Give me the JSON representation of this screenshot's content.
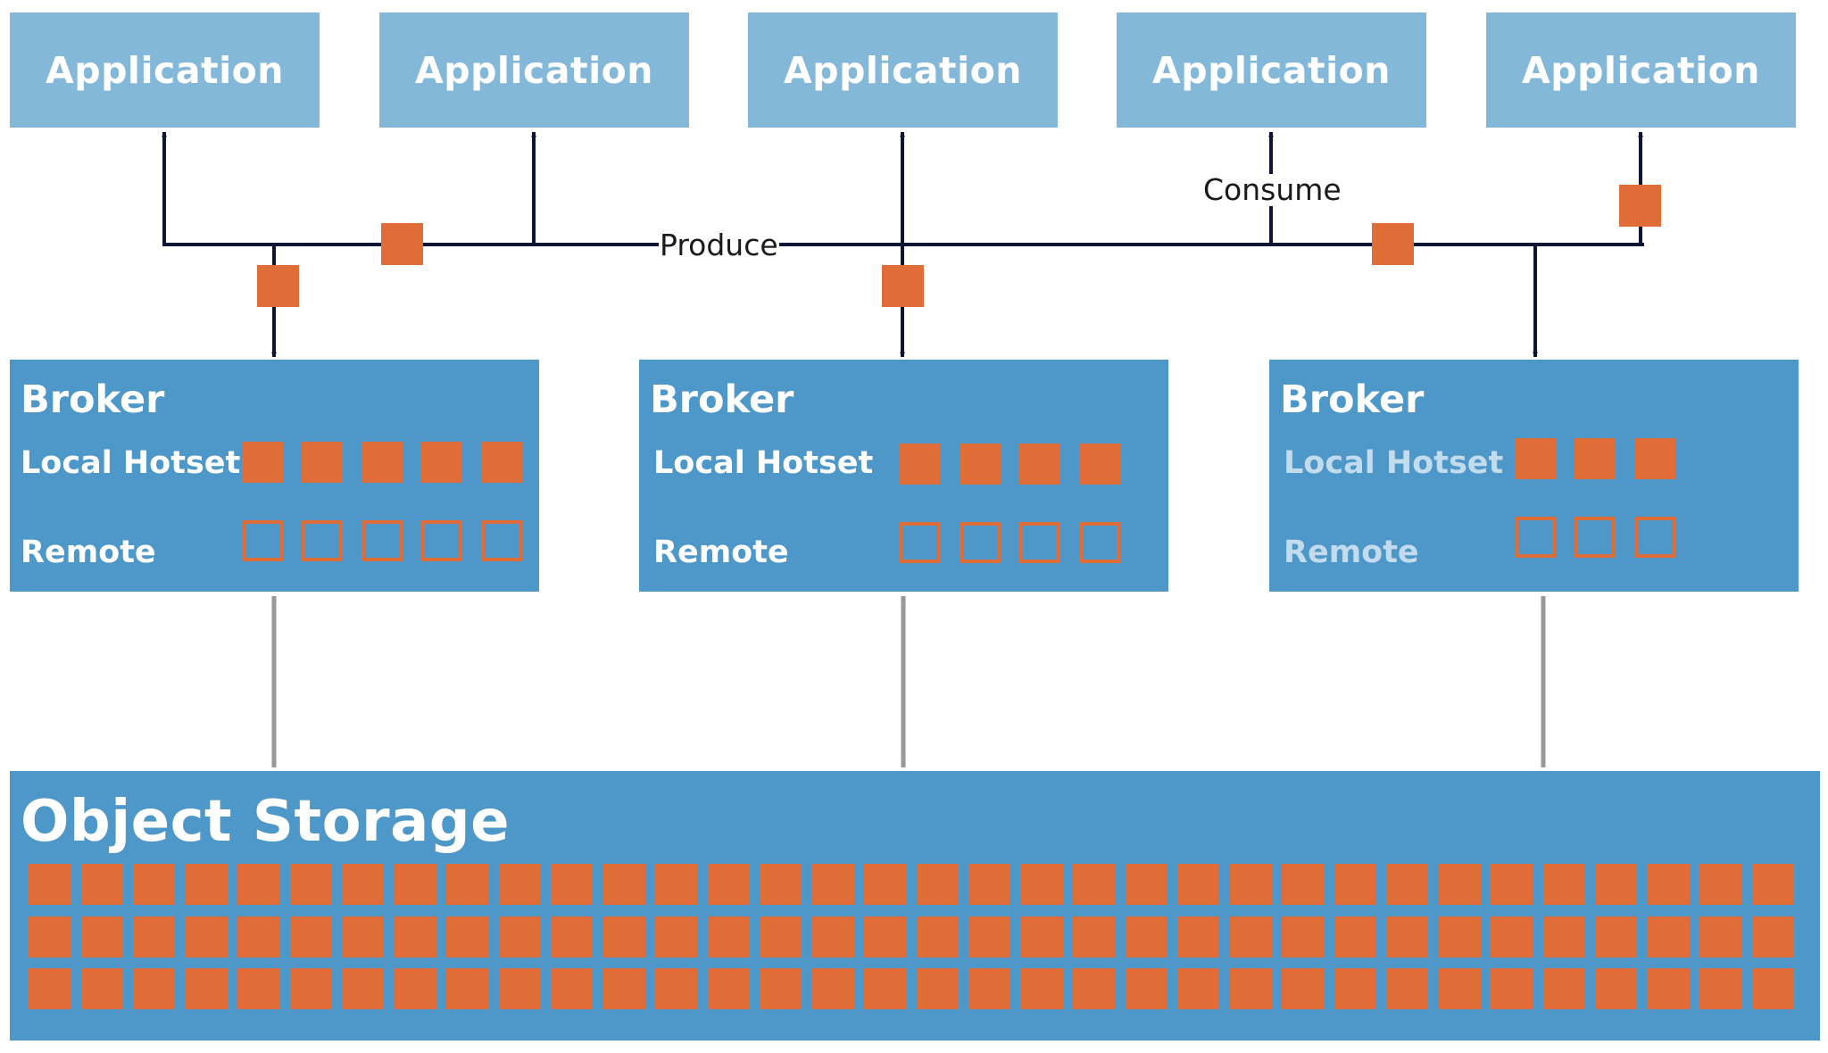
{
  "colors": {
    "application": "#84b8d9",
    "broker": "#4e97c9",
    "storage": "#4e97c9",
    "segment": "#e06c37",
    "flow_line": "#0f1535",
    "storage_link": "#999999"
  },
  "applications": [
    {
      "label": "Application"
    },
    {
      "label": "Application"
    },
    {
      "label": "Application"
    },
    {
      "label": "Application"
    },
    {
      "label": "Application"
    }
  ],
  "flow_labels": {
    "produce": "Produce",
    "consume": "Consume"
  },
  "brokers": [
    {
      "title": "Broker",
      "hotset_label": "Local Hotset",
      "remote_label": "Remote",
      "hotset_count": 5,
      "remote_count": 5,
      "faded_labels": false
    },
    {
      "title": "Broker",
      "hotset_label": "Local Hotset",
      "remote_label": "Remote",
      "hotset_count": 4,
      "remote_count": 4,
      "faded_labels": false
    },
    {
      "title": "Broker",
      "hotset_label": "Local Hotset",
      "remote_label": "Remote",
      "hotset_count": 3,
      "remote_count": 3,
      "faded_labels": true
    }
  ],
  "storage": {
    "title": "Object Storage",
    "rows": 3,
    "columns": 34
  }
}
